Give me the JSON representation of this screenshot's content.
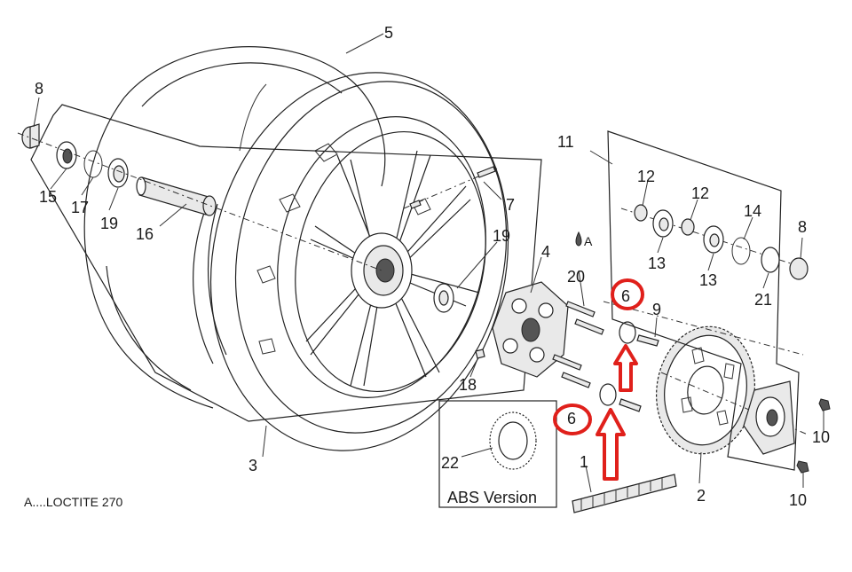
{
  "diagram": {
    "note": "A....LOCTITE 270",
    "abs_box_label": "ABS Version",
    "callouts": {
      "c1": "1",
      "c2": "2",
      "c3": "3",
      "c4": "4",
      "c5": "5",
      "c6_top": "6",
      "c6_bottom": "6",
      "c7": "7",
      "c8_left": "8",
      "c8_right": "8",
      "c9": "9",
      "c10_top": "10",
      "c10_bottom": "10",
      "c11": "11",
      "c12_a": "12",
      "c12_b": "12",
      "c13_a": "13",
      "c13_b": "13",
      "c14": "14",
      "c15": "15",
      "c16": "16",
      "c17": "17",
      "c18": "18",
      "c19_left": "19",
      "c19_right": "19",
      "c20": "20",
      "c20_mark": "A",
      "c21": "21",
      "c22": "22"
    },
    "highlight_color": "#e0201b"
  }
}
